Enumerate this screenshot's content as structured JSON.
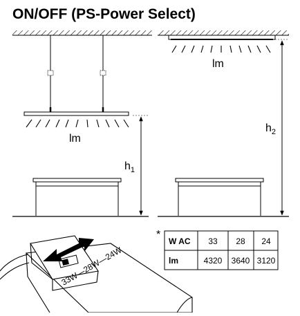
{
  "title": "ON/OFF (PS-Power Select)",
  "labels": {
    "lumen_left": "lm",
    "lumen_right": "lm",
    "height_left_main": "h",
    "height_left_sub": "1",
    "height_right_main": "h",
    "height_right_sub": "2",
    "footnote_marker": "*"
  },
  "switch_label": "33W—28W—24W",
  "table": {
    "headers": [
      "W AC",
      "33",
      "28",
      "24"
    ],
    "rows": [
      [
        "lm",
        "4320",
        "3640",
        "3120"
      ]
    ]
  },
  "colors": {
    "line": "#000000",
    "hatch": "#000000",
    "device_fill": "#ffffff",
    "arrow_fill": "#000000"
  },
  "icons": {
    "double_arrow": "double-arrow-icon",
    "selector_switch": "slide-switch-icon"
  }
}
